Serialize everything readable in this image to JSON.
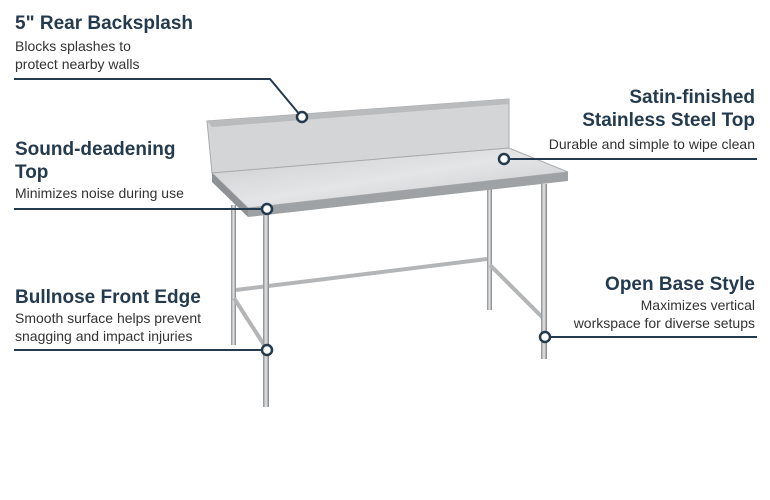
{
  "features": [
    {
      "title": "5\" Rear Backsplash",
      "desc_lines": [
        "Blocks splashes to",
        "protect nearby walls"
      ]
    },
    {
      "title_lines": [
        "Sound-deadening",
        "Top"
      ],
      "desc": "Minimizes noise during use"
    },
    {
      "title": "Bullnose Front Edge",
      "desc_lines": [
        "Smooth surface helps prevent",
        "snagging and impact injuries"
      ]
    },
    {
      "title_lines": [
        "Satin-finished",
        "Stainless Steel Top"
      ],
      "desc": "Durable and simple to wipe clean"
    },
    {
      "title": "Open Base Style",
      "desc_lines": [
        "Maximizes vertical",
        "workspace for diverse setups"
      ]
    }
  ],
  "colors": {
    "accent": "#243a4e"
  }
}
